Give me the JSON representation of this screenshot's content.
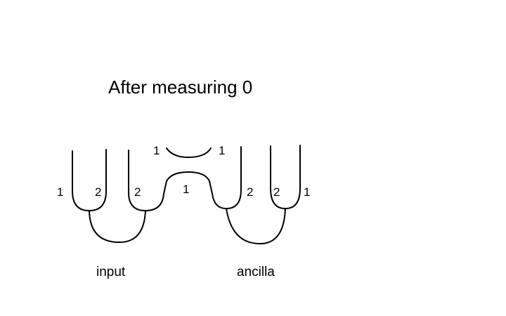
{
  "title": "After measuring 0",
  "labels": {
    "top_left_1": "1",
    "top_right_1": "1",
    "middle_1": "1",
    "input_outer_1": "1",
    "input_inner_2a": "2",
    "input_inner_2b": "2",
    "ancilla_inner_2a": "2",
    "ancilla_inner_2b": "2",
    "ancilla_outer_1": "1"
  },
  "captions": {
    "input": "input",
    "ancilla": "ancilla"
  }
}
